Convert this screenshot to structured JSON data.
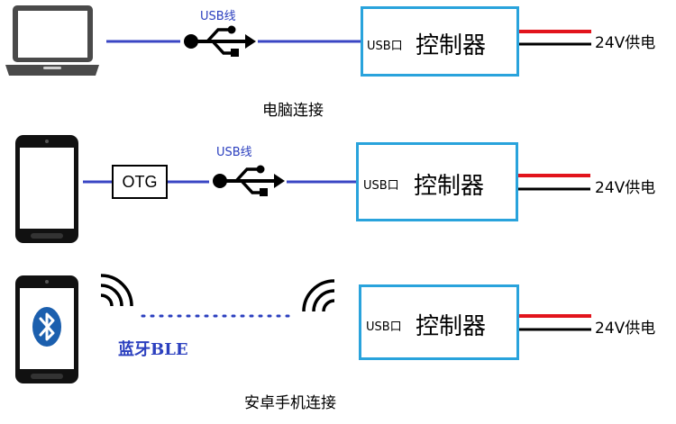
{
  "colors": {
    "cable": "#3a46c4",
    "controller_border": "#29a3dc",
    "power_positive": "#e2141c",
    "power_negative": "#000000",
    "ble_text": "#2b3fbf",
    "bluetooth_circle": "#1b5fae"
  },
  "rows": [
    {
      "cable_label": "USB线",
      "controller": {
        "port": "USB口",
        "name": "控制器"
      },
      "power": "24V供电",
      "caption": "电脑连接"
    },
    {
      "adapter": "OTG",
      "cable_label": "USB线",
      "controller": {
        "port": "USB口",
        "name": "控制器"
      },
      "power": "24V供电"
    },
    {
      "wireless_label": "蓝牙BLE",
      "controller": {
        "port": "USB口",
        "name": "控制器"
      },
      "power": "24V供电",
      "caption": "安卓手机连接"
    }
  ],
  "icons": {
    "laptop": "laptop-icon",
    "phone": "smartphone-icon",
    "usb": "usb-symbol-icon",
    "bluetooth": "bluetooth-icon",
    "signal": "wireless-signal-icon"
  }
}
